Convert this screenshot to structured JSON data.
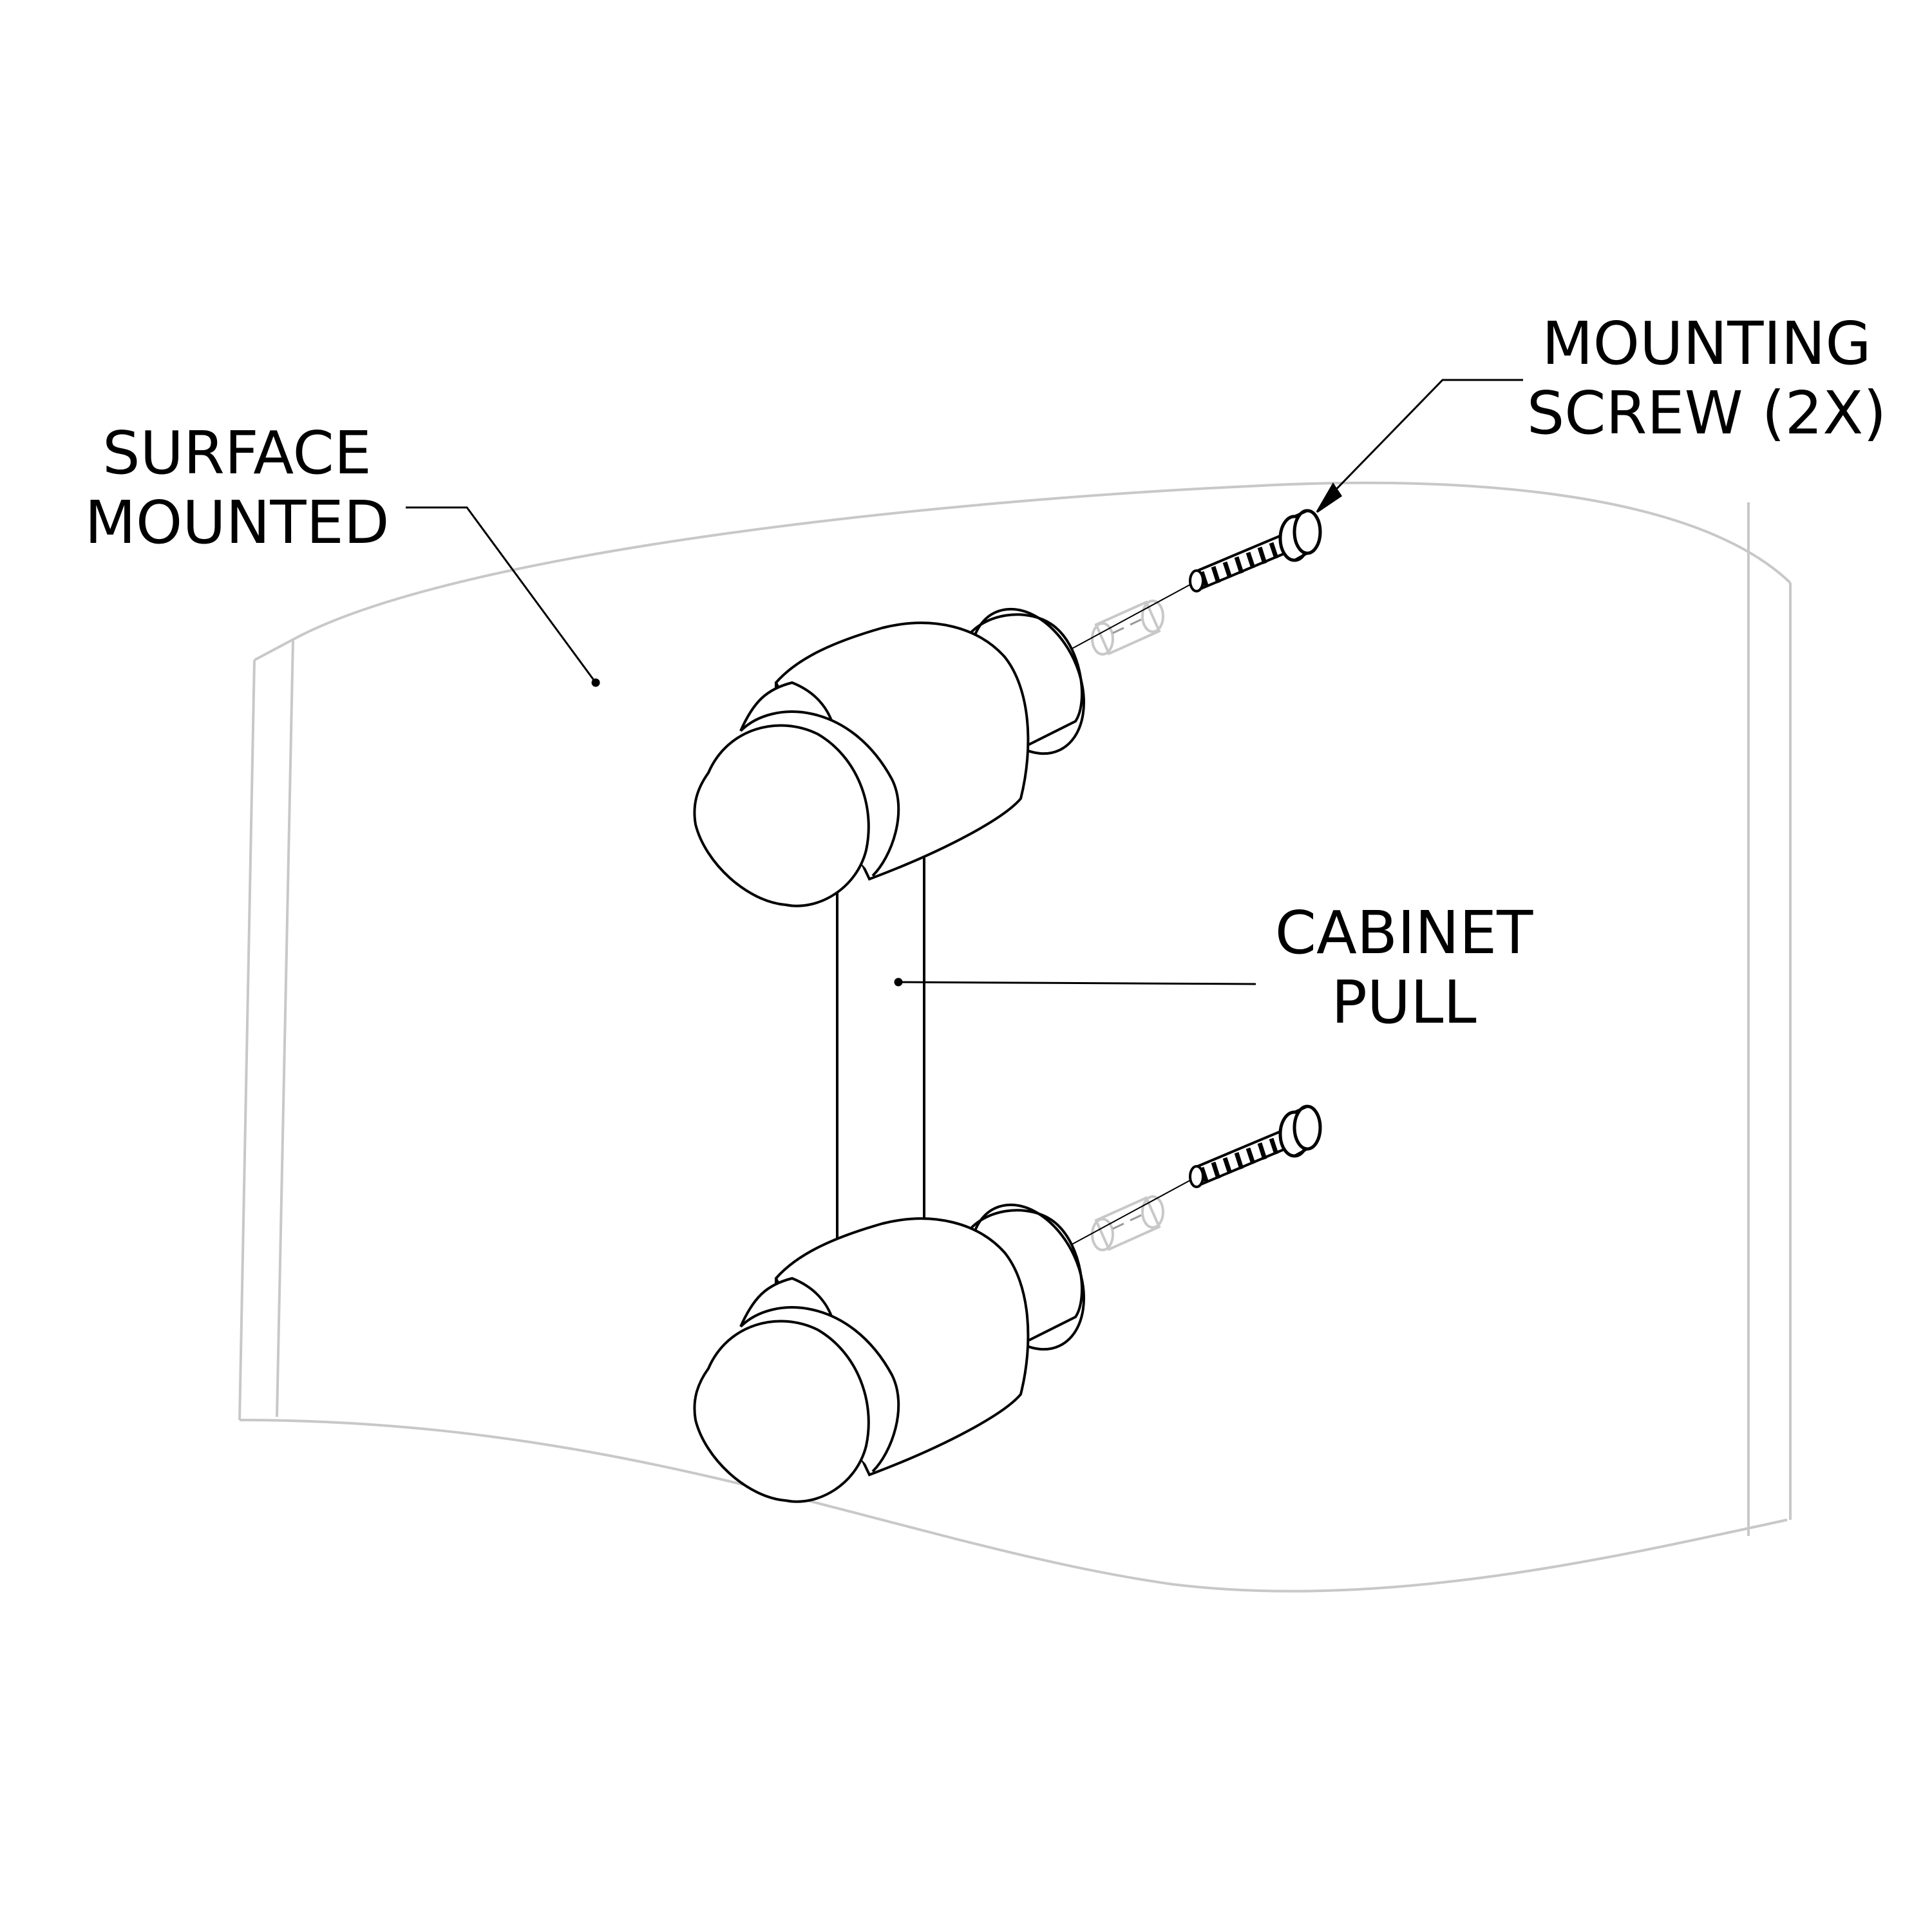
{
  "labels": {
    "surface": {
      "line1": "SURFACE",
      "line2": "MOUNTED"
    },
    "screw": {
      "line1": "MOUNTING",
      "line2": "SCREW (2X)"
    },
    "pull": {
      "line1": "CABINET",
      "line2": "PULL"
    }
  },
  "colors": {
    "outline": "#000000",
    "panel": "#c8c8c8",
    "background": "#ffffff"
  }
}
